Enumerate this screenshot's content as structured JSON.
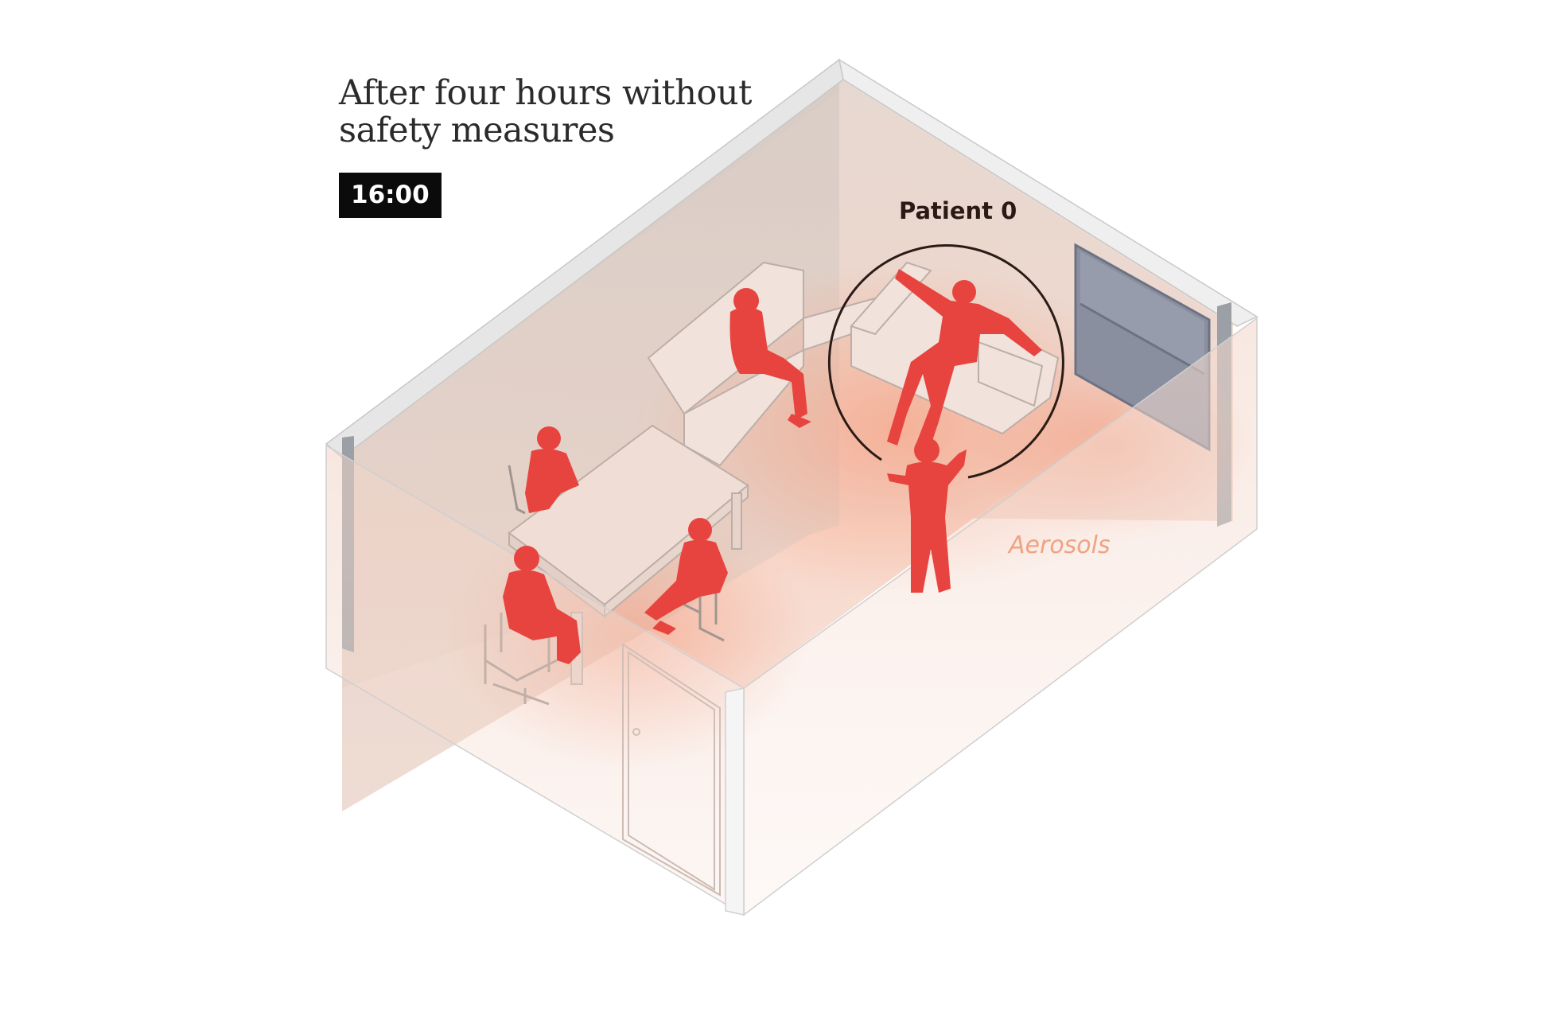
{
  "title": {
    "line1": "After four hours without",
    "line2": "safety measures"
  },
  "time": "16:00",
  "labels": {
    "patient": "Patient 0",
    "aerosols": "Aerosols"
  },
  "colors": {
    "person": "#e8443f",
    "aerosol": "#f6b49a",
    "wall": "#d9cdc6",
    "highlight_ring": "#2b1b17",
    "window": "#7f8595",
    "badge_bg": "#0b0b0b"
  }
}
